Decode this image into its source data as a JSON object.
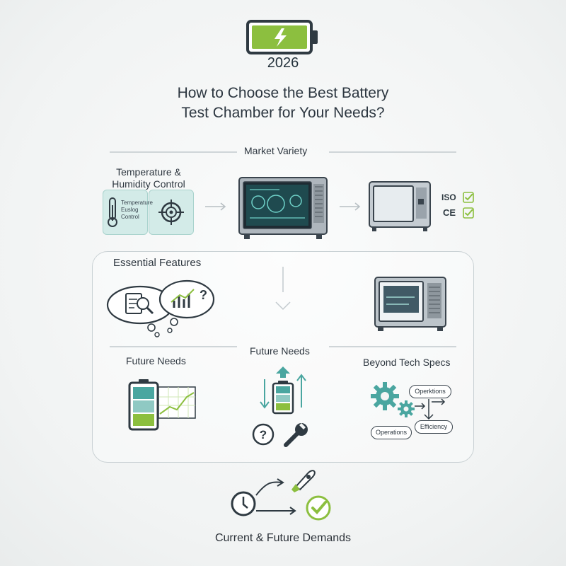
{
  "header": {
    "year": "2026",
    "title_line1": "How to Choose the Best Battery",
    "title_line2": "Test Chamber for Your Needs?"
  },
  "market": {
    "heading": "Market Variety",
    "temp_label_line1": "Temperature &",
    "temp_label_line2": "Humidity Control",
    "tile_line1": "Temperature",
    "tile_line2": "Euslog",
    "tile_line3": "Control",
    "cert_iso": "ISO",
    "cert_ce": "CE"
  },
  "panel": {
    "essential": "Essential Features",
    "future_left": "Future Needs",
    "future_center": "Future Needs",
    "beyond": "Beyond Tech Specs",
    "pill_top": "Operktions",
    "pill_left": "Operations",
    "pill_right": "Efficiency"
  },
  "footer": {
    "label": "Current & Future Demands"
  },
  "colors": {
    "accent_green": "#8cbf3f",
    "teal": "#4aa6a0",
    "dark": "#3a444d",
    "chamber_gray": "#9aa3ab"
  }
}
